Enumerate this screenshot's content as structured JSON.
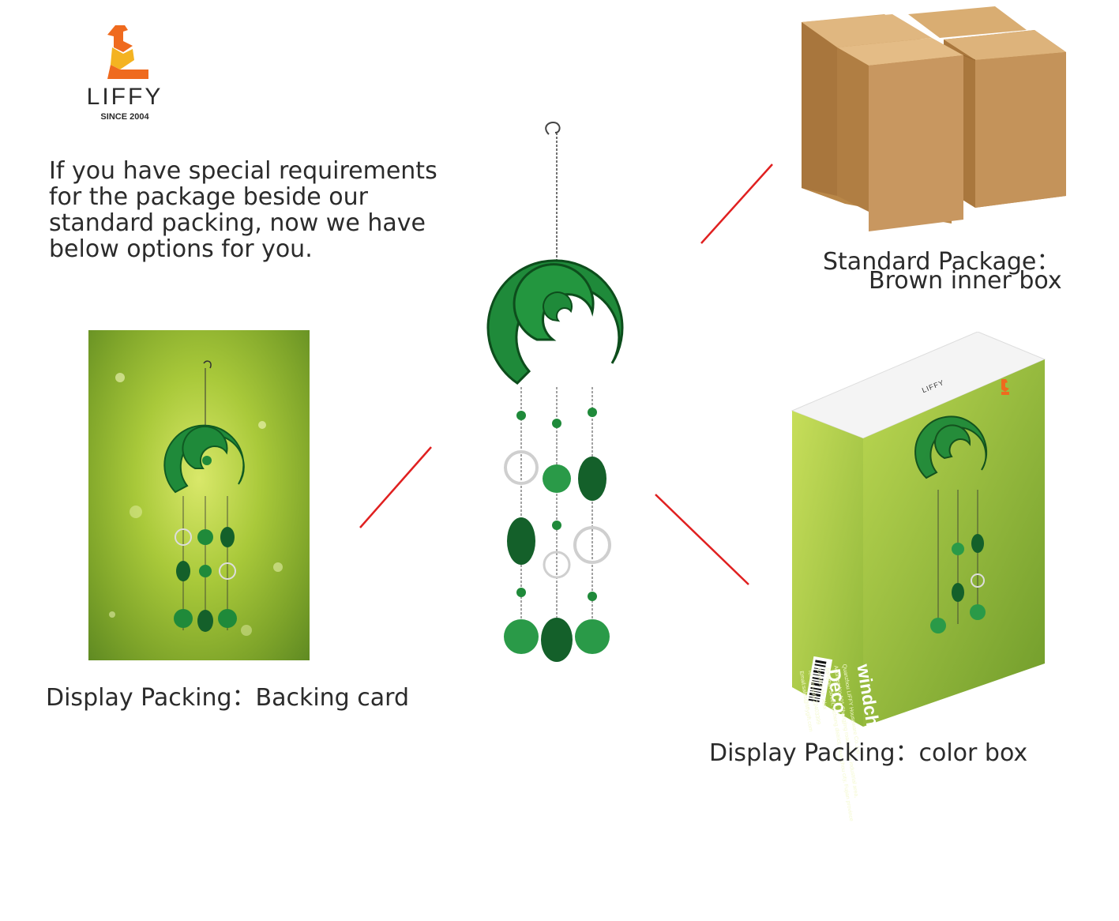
{
  "logo": {
    "brand": "LIFFY",
    "since": "SINCE 2004"
  },
  "intro": {
    "lines": [
      "If you have special requirements",
      "for the package beside our",
      "standard packing, now we have",
      "below options for you."
    ]
  },
  "captions": {
    "standard_line1": "Standard Package：",
    "standard_line2": "Brown inner box",
    "backing_card": "Display Packing：Backing card",
    "color_box": "Display Packing：color box"
  },
  "color_box": {
    "title_line1": "windchimes/ windbells",
    "title_line2": "Decorations",
    "logo_brand": "LIFFY",
    "address_lines": [
      "Quanzhou LIFFY Houseware Co.,Ltd",
      "Address:No.101 Changjing road, Haidu industrial area,",
      "Jiangnan street, Licheng district, Quanzhou city, Fujian province",
      "Contact: Mr. Alex",
      "Tel:+86-595-22403399",
      "Email:sales@liffygift.com"
    ]
  },
  "colors": {
    "connector": "#e02020",
    "chime_green": "#1f8a3a",
    "box_brown": "#c99a5e",
    "logo_orange": "#ef6a1e",
    "logo_yellow": "#f4b321"
  }
}
